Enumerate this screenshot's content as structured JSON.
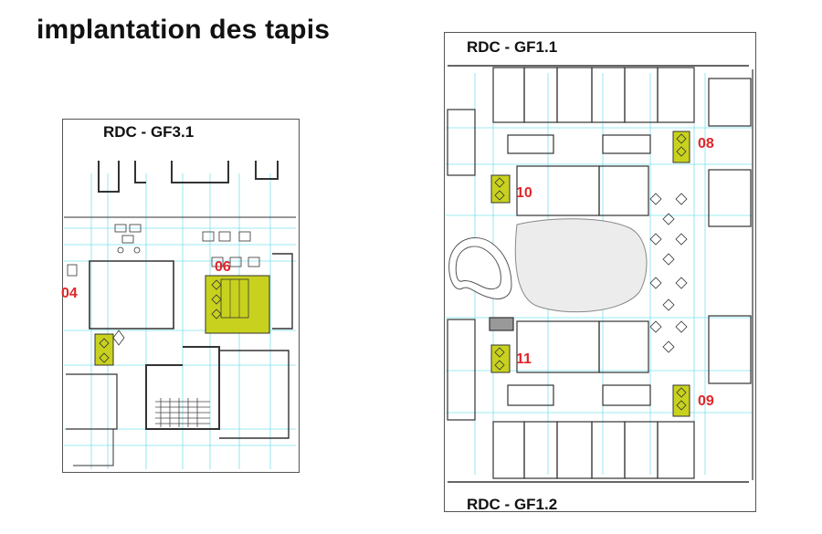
{
  "page_title": "implantation des tapis",
  "plans": [
    {
      "id": "gf31",
      "label": "RDC - GF3.1"
    },
    {
      "id": "gf11",
      "label": "RDC - GF1.1"
    },
    {
      "id": "gf12",
      "label": "RDC - GF1.2"
    }
  ],
  "mats": [
    {
      "number": "04",
      "plan": "RDC - GF3.1"
    },
    {
      "number": "06",
      "plan": "RDC - GF3.1"
    },
    {
      "number": "08",
      "plan": "RDC - GF1.1"
    },
    {
      "number": "10",
      "plan": "RDC - GF1.1"
    },
    {
      "number": "11",
      "plan": "RDC - GF1.2"
    },
    {
      "number": "09",
      "plan": "RDC - GF1.2"
    }
  ],
  "colors": {
    "mat_fill": "#c8d21e",
    "mat_number": "#e0262a",
    "grid_line": "#7ee0ee",
    "wall": "#333333"
  }
}
